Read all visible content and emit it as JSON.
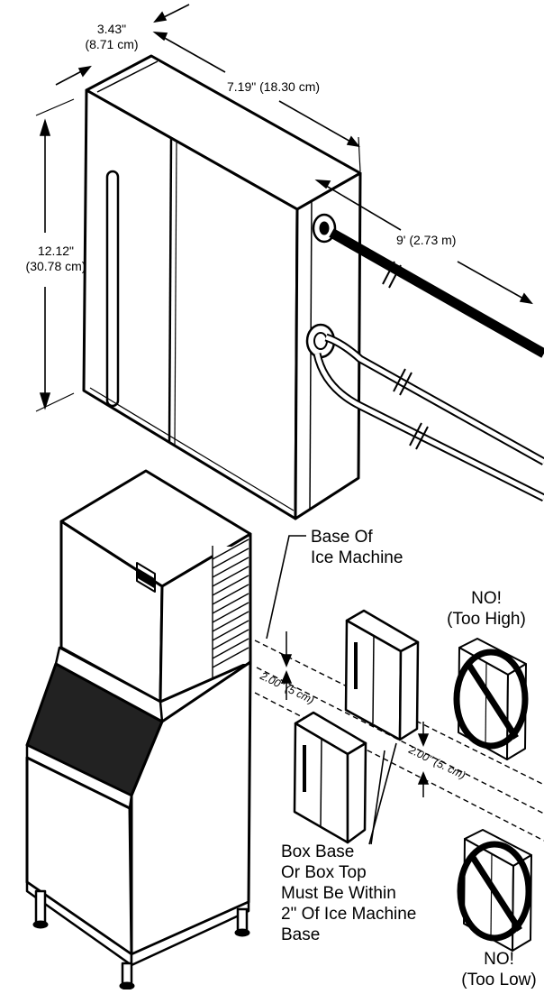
{
  "dimensions": {
    "depth": {
      "in": "3.43\"",
      "cm": "(8.71 cm)"
    },
    "width": "7.19\" (18.30 cm)",
    "height": {
      "in": "12.12\"",
      "cm": "(30.78 cm)"
    },
    "cable": "9' (2.73 m)"
  },
  "labels": {
    "base_line1": "Base Of",
    "base_line2": "Ice Machine",
    "tolerance_left": "2.00\" (5 cm)",
    "tolerance_right": "2.00\" (5. cm)",
    "note_lines": [
      "Box Base",
      "Or Box Top",
      "Must Be Within",
      "2\" Of Ice Machine",
      "Base"
    ],
    "no_high_1": "NO!",
    "no_high_2": "(Too High)",
    "no_low_1": "NO!",
    "no_low_2": "(Too Low)"
  },
  "colors": {
    "ink": "#000000",
    "background": "#ffffff"
  }
}
